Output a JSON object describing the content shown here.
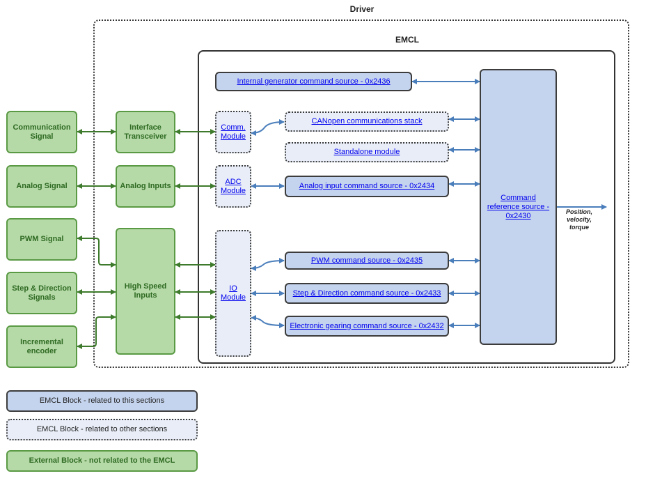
{
  "driver": {
    "title": "Driver"
  },
  "emcl": {
    "title": "EMCL"
  },
  "external": {
    "communication_signal": "Communication Signal",
    "analog_signal": "Analog Signal",
    "pwm_signal": "PWM Signal",
    "step_direction_signals": "Step & Direction Signals",
    "incremental_encoder": "Incremental encoder"
  },
  "driver_blocks": {
    "interface_transceiver": "Interface Transceiver",
    "analog_inputs": "Analog Inputs",
    "high_speed_inputs": "High Speed Inputs"
  },
  "modules": {
    "comm_module": "Comm. Module",
    "adc_module": "ADC Module",
    "io_module": "IO Module"
  },
  "sources": {
    "internal_generator": "Internal generator command source - 0x2436",
    "canopen_stack": "CANopen communications stack",
    "standalone_module": "Standalone module",
    "analog_input_source": "Analog input command source - 0x2434",
    "pwm_source": "PWM command source - 0x2435",
    "step_direction_source": "Step & Direction command source - 0x2433",
    "electronic_gearing_source": "Electronic gearing command source - 0x2432",
    "command_reference_source": "Command reference source - 0x2430"
  },
  "output": {
    "label": "Position, velocity, torque"
  },
  "legend": {
    "emcl_this": "EMCL Block - related to this sections",
    "emcl_other": "EMCL Block - related to other sections",
    "external": "External Block - not related to the EMCL"
  },
  "colors": {
    "green_fill": "#b5d9a7",
    "green_border": "#5a9a44",
    "blue_fill": "#c5d4ee",
    "light_fill": "#e8edf7",
    "blue_arrow": "#4a7ebb",
    "green_arrow": "#3d7a2b"
  }
}
